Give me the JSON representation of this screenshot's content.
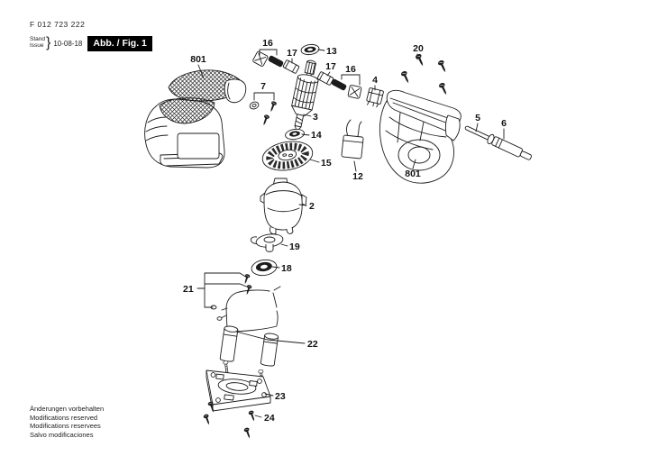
{
  "header": {
    "part_number": "F 012 723 222",
    "revision": {
      "label_line1": "Stand",
      "label_line2": "Issue",
      "brace": "}",
      "date": "10-08-18"
    },
    "figure_label": "Abb. / Fig. 1"
  },
  "diagram": {
    "description": "Exploded parts view of a detail sander",
    "labels": {
      "top_housing": "801",
      "motor_housing": "801",
      "carbon_brush_left": "16",
      "carbon_brush_right": "16",
      "brush_holder_left": "17",
      "brush_holder_right": "17",
      "bearing_top": "13",
      "switch": "4",
      "housing_screws": "20",
      "screw_set": "7",
      "armature": "3",
      "bearing_mid": "14",
      "fan": "15",
      "suppressor": "12",
      "cable": "5",
      "cable_sleeve": "6",
      "stator": "2",
      "eccentric": "19",
      "bearing_lower": "18",
      "wire_clamp_set": "21",
      "damper_posts": "22",
      "base_plate": "23",
      "plate_screws": "24"
    }
  },
  "footer": {
    "lines": {
      "de": "Änderungen vorbehalten",
      "en": "Modifications reserved",
      "fr": "Modifications reservees",
      "es": "Salvo modificaciones"
    }
  }
}
